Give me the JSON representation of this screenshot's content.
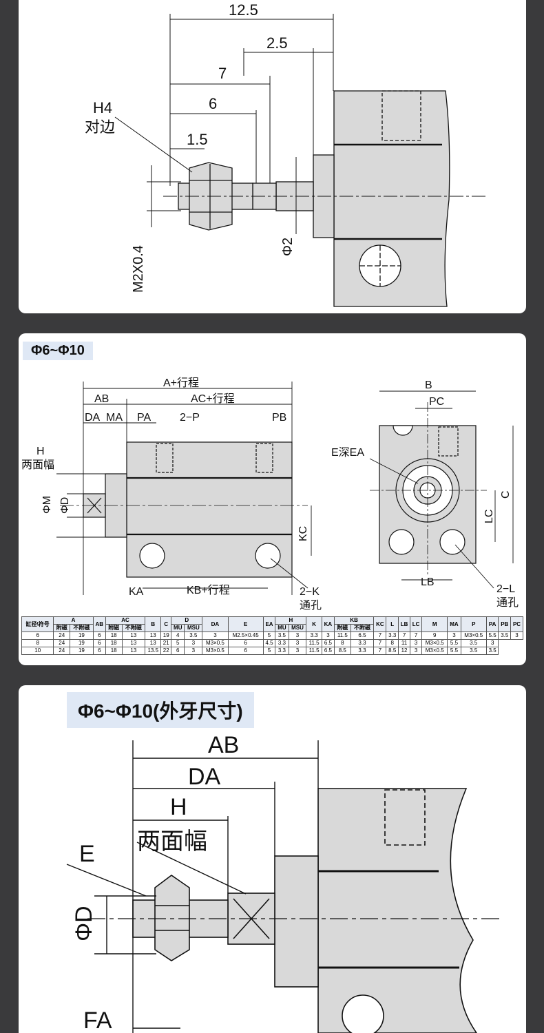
{
  "card1": {
    "dims": {
      "d12_5": "12.5",
      "d2_5": "2.5",
      "d7": "7",
      "d6": "6",
      "d1_5": "1.5",
      "h4": "H4",
      "h4_note": "对边",
      "thread": "M2X0.4",
      "phi2": "Φ2"
    }
  },
  "card2": {
    "badge": "Φ6~Φ10",
    "labels": {
      "a_stroke": "A+行程",
      "ab": "AB",
      "ac_stroke": "AC+行程",
      "da": "DA",
      "ma": "MA",
      "pa": "PA",
      "two_p": "2−P",
      "pb": "PB",
      "h": "H",
      "two_face": "两面幅",
      "phim": "ΦM",
      "phid": "ΦD",
      "kc": "KC",
      "ka": "KA",
      "kb_stroke": "KB+行程",
      "two_k": "2−K",
      "through": "通孔",
      "b": "B",
      "pc": "PC",
      "e_depth": "E深EA",
      "c": "C",
      "lc": "LC",
      "lb": "LB",
      "two_l": "2−L",
      "through2": "通孔"
    },
    "table": {
      "h1": [
        "缸径\\符号",
        "A",
        "AB",
        "AC",
        "B",
        "C",
        "D",
        "DA",
        "E",
        "EA",
        "H",
        "K",
        "KA",
        "KB",
        "KC",
        "L",
        "LB",
        "LC",
        "M",
        "MA",
        "P",
        "PA",
        "PB",
        "PC"
      ],
      "h2": [
        "附磁",
        "不附磁",
        "附磁",
        "不附磁",
        "MU",
        "MSU",
        "MU",
        "MSU",
        "附磁",
        "不附磁"
      ],
      "rows": [
        [
          "6",
          "24",
          "19",
          "6",
          "18",
          "13",
          "13",
          "19",
          "4",
          "3.5",
          "3",
          "M2.5×0.45",
          "5",
          "3.5",
          "3",
          "3.3",
          "3",
          "11.5",
          "6.5",
          "7",
          "3.3",
          "7",
          "7",
          "9",
          "3",
          "M3×0.5",
          "5.5",
          "3.5",
          "3"
        ],
        [
          "8",
          "24",
          "19",
          "6",
          "18",
          "13",
          "13",
          "21",
          "5",
          "3",
          "M3×0.5",
          "6",
          "4.5",
          "3.3",
          "3",
          "11.5",
          "6.5",
          "8",
          "3.3",
          "7",
          "8",
          "11",
          "3",
          "M3×0.5",
          "5.5",
          "3.5",
          "3"
        ],
        [
          "10",
          "24",
          "19",
          "6",
          "18",
          "13",
          "13.5",
          "22",
          "6",
          "3",
          "M3×0.5",
          "6",
          "5",
          "3.3",
          "3",
          "11.5",
          "6.5",
          "8.5",
          "3.3",
          "7",
          "8.5",
          "12",
          "3",
          "M3×0.5",
          "5.5",
          "3.5",
          "3.5"
        ]
      ]
    }
  },
  "card3": {
    "badge": "Φ6~Φ10(外牙尺寸)",
    "labels": {
      "ab": "AB",
      "da": "DA",
      "h": "H",
      "two_face": "两面幅",
      "e": "E",
      "phid": "ΦD",
      "fa": "FA"
    }
  }
}
